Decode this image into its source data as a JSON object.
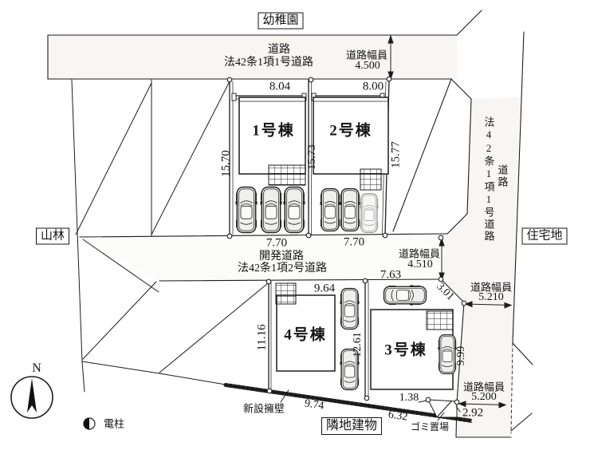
{
  "plan": {
    "labels": {
      "kindergarten": "幼稚園",
      "forest": "山林",
      "residential_area": "住宅地",
      "neighbor_building": "隣地建物",
      "garbage_area": "ゴミ置場",
      "power_pole": "電柱",
      "new_retaining_wall": "新設擁壁",
      "north": "N"
    },
    "roads": {
      "north": {
        "name": "道路",
        "classification": "法42条1項1号道路",
        "width_label": "道路幅員",
        "width": "4.500"
      },
      "development": {
        "name": "開発道路",
        "classification": "法42条1項2号道路",
        "width_label": "道路幅員",
        "width": "4.510"
      },
      "east": {
        "name": "道路",
        "classification": "法42条1項1号道路",
        "width_label_upper": "道路幅員",
        "width_upper": "5.210",
        "width_label_lower": "道路幅員",
        "width_lower": "5.200"
      }
    },
    "buildings": [
      {
        "name": "1号棟"
      },
      {
        "name": "2号棟"
      },
      {
        "name": "3号棟"
      },
      {
        "name": "4号棟"
      }
    ],
    "dimensions": {
      "lot1_frontage": "8.04",
      "lot2_frontage": "8.00",
      "west_depth": "15.70",
      "center_depth": "15.73",
      "east_depth": "15.77",
      "lot1_south": "7.70",
      "lot2_south": "7.70",
      "lot4_frontage": "9.64",
      "lot3_frontage": "7.63",
      "corner_cut": "3.01",
      "lot4_west": "11.16",
      "lot3_lot4_boundary": "12.61",
      "lot3_east": "9.99",
      "garbage_frontage": "1.38",
      "southeast_side": "2.92",
      "wall_segment_west": "9.74",
      "wall_segment_east": "6.32"
    }
  }
}
